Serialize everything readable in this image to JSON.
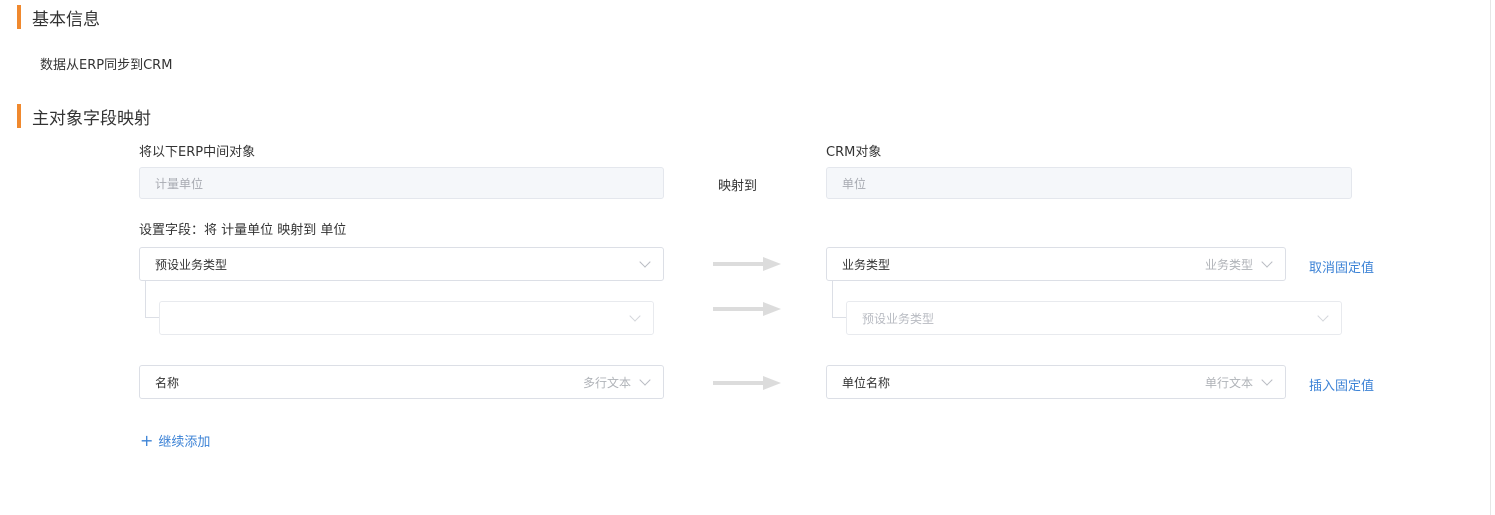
{
  "basic_info": {
    "title": "基本信息",
    "sync_direction": "数据从ERP同步到CRM"
  },
  "mapping": {
    "title": "主对象字段映射",
    "source_label": "将以下ERP中间对象",
    "target_label": "CRM对象",
    "source_object": "计量单位",
    "maps_to": "映射到",
    "target_object": "单位",
    "set_fields_text": "设置字段：将 计量单位 映射到 单位"
  },
  "rows": [
    {
      "source_field": "预设业务类型",
      "source_type": "",
      "target_field": "业务类型",
      "target_type": "业务类型",
      "action": "取消固定值"
    },
    {
      "source_field": "",
      "source_type": "",
      "target_field": "预设业务类型",
      "target_type": "",
      "action": ""
    },
    {
      "source_field": "名称",
      "source_type": "多行文本",
      "target_field": "单位名称",
      "target_type": "单行文本",
      "action": "插入固定值"
    }
  ],
  "add_more": {
    "icon": "plus-icon",
    "label": "继续添加"
  },
  "colors": {
    "accent_bar": "#f0892e",
    "link": "#3d83d6",
    "arrow": "#dcdcdc"
  }
}
